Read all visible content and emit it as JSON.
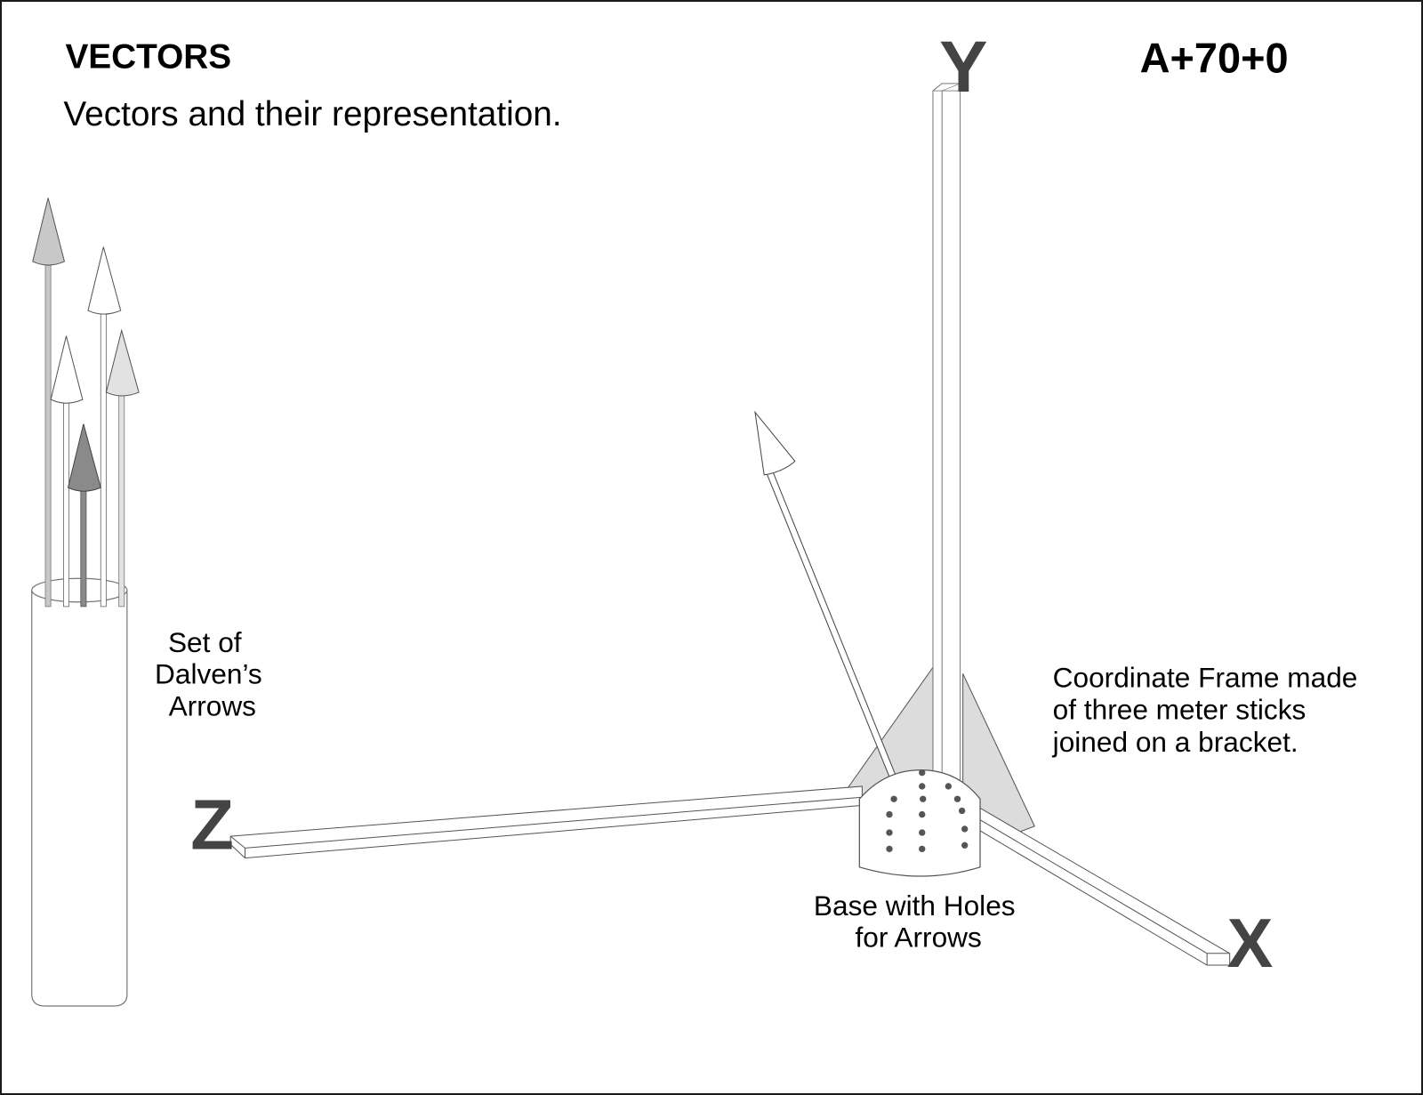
{
  "header": {
    "title": "VECTORS",
    "subtitle": "Vectors and their representation.",
    "code": "A+70+0"
  },
  "axes": {
    "x_label": "X",
    "y_label": "Y",
    "z_label": "Z"
  },
  "captions": {
    "arrows_set": [
      "Set of",
      "Dalven’s",
      "Arrows"
    ],
    "base": [
      "Base with Holes",
      "for Arrows"
    ],
    "frame": [
      "Coordinate Frame made",
      "of three meter sticks",
      "joined on a bracket."
    ]
  },
  "colors": {
    "background": "#ffffff",
    "border": "#1a1a1a",
    "axis_letter": "#444444",
    "bracket_fill": "#dcdcdc",
    "hole_dot": "#555555",
    "arrow_light_gray": "#c8c8c8",
    "arrow_pale_gray": "#e2e2e2",
    "arrow_dark_gray": "#8a8a8a",
    "arrow_white": "#ffffff"
  },
  "arrows_in_holder": [
    {
      "name": "tall-gray-arrow",
      "color": "#c8c8c8"
    },
    {
      "name": "white-arrow-right",
      "color": "#ffffff"
    },
    {
      "name": "white-arrow-left",
      "color": "#ffffff"
    },
    {
      "name": "pale-gray-arrow",
      "color": "#e2e2e2"
    },
    {
      "name": "dark-gray-arrow",
      "color": "#8a8a8a"
    }
  ],
  "base_holes_count": 16
}
